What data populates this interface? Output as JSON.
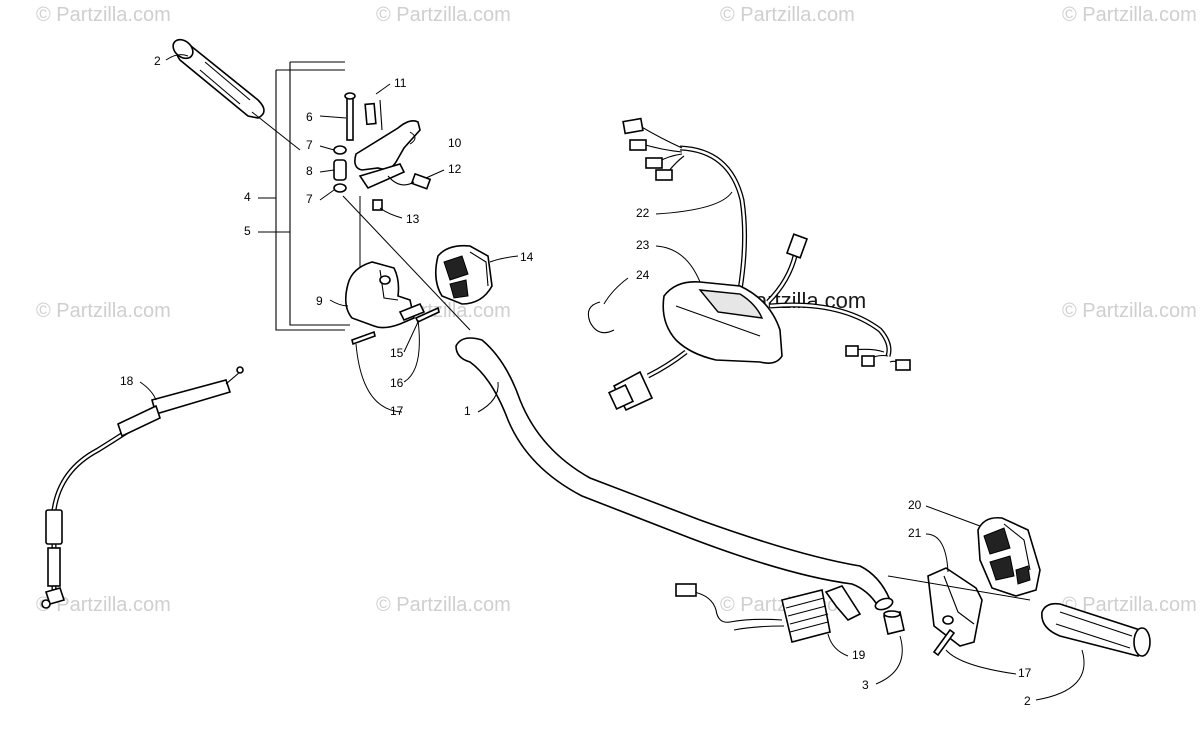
{
  "watermarks": [
    "© Partzilla.com",
    "© Partzilla.com",
    "© Partzilla.com",
    "© Partzilla.com",
    "© Partzilla.com",
    "© Partzilla.com",
    "© Partzilla.com",
    "© Partzilla.com",
    "© Partzilla.com",
    "© Partzilla.com",
    "© Partzilla.com"
  ],
  "watermark_center": "© Partzilla.com",
  "callouts": {
    "c2a": "2",
    "c11": "11",
    "c6": "6",
    "c10": "10",
    "c7a": "7",
    "c8": "8",
    "c12": "12",
    "c4": "4",
    "c7b": "7",
    "c13": "13",
    "c5": "5",
    "c22": "22",
    "c23": "23",
    "c14": "14",
    "c24": "24",
    "c9": "9",
    "c15": "15",
    "c18": "18",
    "c16": "16",
    "c1": "1",
    "c17a": "17",
    "c20": "20",
    "c21": "21",
    "c19": "19",
    "c17b": "17",
    "c3": "3",
    "c2b": "2"
  },
  "colors": {
    "line": "#000000",
    "watermark": "#cfcfcf",
    "background": "#ffffff"
  }
}
